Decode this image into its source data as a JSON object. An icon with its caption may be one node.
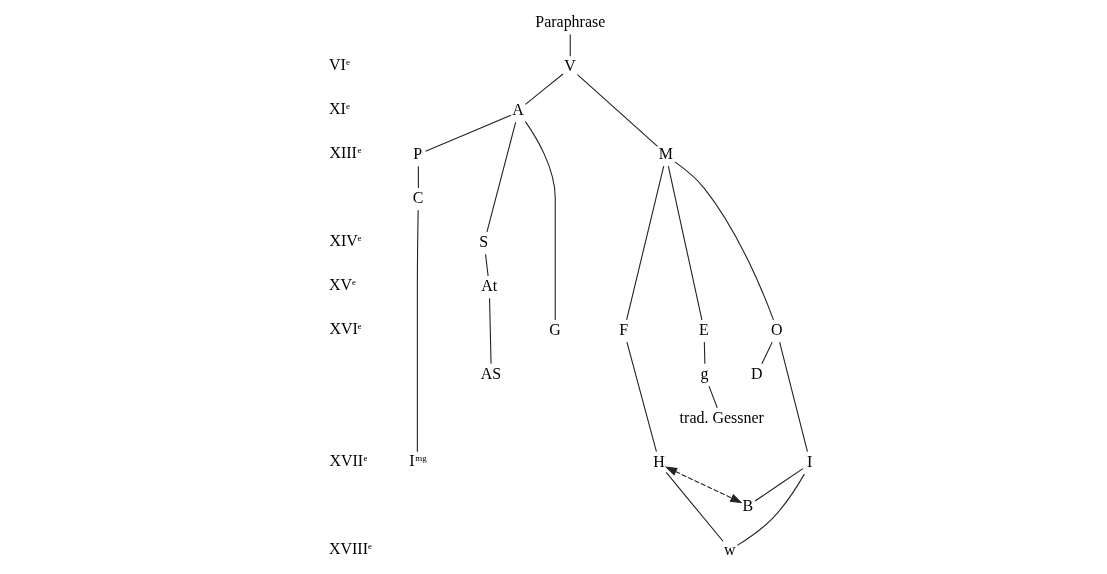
{
  "diagram": {
    "nodes": [
      {
        "text": [
          "Paraphrase"
        ]
      },
      {
        "text": [
          "V"
        ]
      },
      {
        "text": [
          "A"
        ]
      },
      {
        "text": [
          "M"
        ]
      },
      {
        "text": [
          "P"
        ]
      },
      {
        "text": [
          "C"
        ]
      },
      {
        "text": [
          "S"
        ]
      },
      {
        "text": [
          "At"
        ]
      },
      {
        "text": [
          "AS"
        ]
      },
      {
        "text": [
          "G"
        ]
      },
      {
        "text": [
          "I$^{mg}$"
        ]
      },
      {
        "text": [
          "F"
        ]
      },
      {
        "text": [
          "E"
        ]
      },
      {
        "text": [
          "O"
        ]
      },
      {
        "text": [
          "g"
        ]
      },
      {
        "text": [
          "D"
        ]
      },
      {
        "text": [
          "trad. Gessner"
        ]
      },
      {
        "text": [
          "H"
        ]
      },
      {
        "text": [
          "I"
        ]
      },
      {
        "text": [
          "B"
        ]
      },
      {
        "text": [
          "w"
        ]
      }
    ],
    "edges": [
      {
        "from": 0,
        "to": 1,
        "arrow": "none"
      },
      {
        "from": 1,
        "to": 2,
        "arrow": "none"
      },
      {
        "from": 1,
        "to": 3,
        "arrow": "none"
      },
      {
        "from": 2,
        "to": 6,
        "arrow": "none"
      },
      {
        "from": 2,
        "to": 9,
        "arrow": "none"
      },
      {
        "from": 2,
        "to": 4,
        "arrow": "none"
      },
      {
        "from": 4,
        "to": 5,
        "arrow": "none"
      },
      {
        "from": 5,
        "to": 10,
        "arrow": "none"
      },
      {
        "from": 6,
        "to": 7,
        "arrow": "none"
      },
      {
        "from": 7,
        "to": 8,
        "arrow": "none"
      },
      {
        "from": 3,
        "to": 11,
        "arrow": "none"
      },
      {
        "from": 3,
        "to": 12,
        "arrow": "none"
      },
      {
        "from": 3,
        "to": 13,
        "arrow": "none"
      },
      {
        "from": 12,
        "to": 14,
        "arrow": "none"
      },
      {
        "from": 14,
        "to": 16,
        "arrow": "none"
      },
      {
        "from": 13,
        "to": 15,
        "arrow": "none"
      },
      {
        "from": 13,
        "to": 18,
        "arrow": "none"
      },
      {
        "from": 11,
        "to": 17,
        "arrow": "none"
      },
      {
        "from": 18,
        "to": 19,
        "arrow": "none"
      },
      {
        "from": 17,
        "to": 20,
        "arrow": "none"
      },
      {
        "from": 18,
        "to": 20,
        "arrow": "none"
      },
      {
        "from": 17,
        "to": 19,
        "arrow": "both",
        "style": "dashed"
      }
    ],
    "labels": [
      "VI$^{e}$",
      "XI$^{e}$",
      "XIII$^{e}$",
      "XIV$^{e}$",
      "XV$^{e}$",
      "XVI$^{e}$",
      "XVII$^{e}$",
      "XVIII$^{e}$"
    ]
  }
}
